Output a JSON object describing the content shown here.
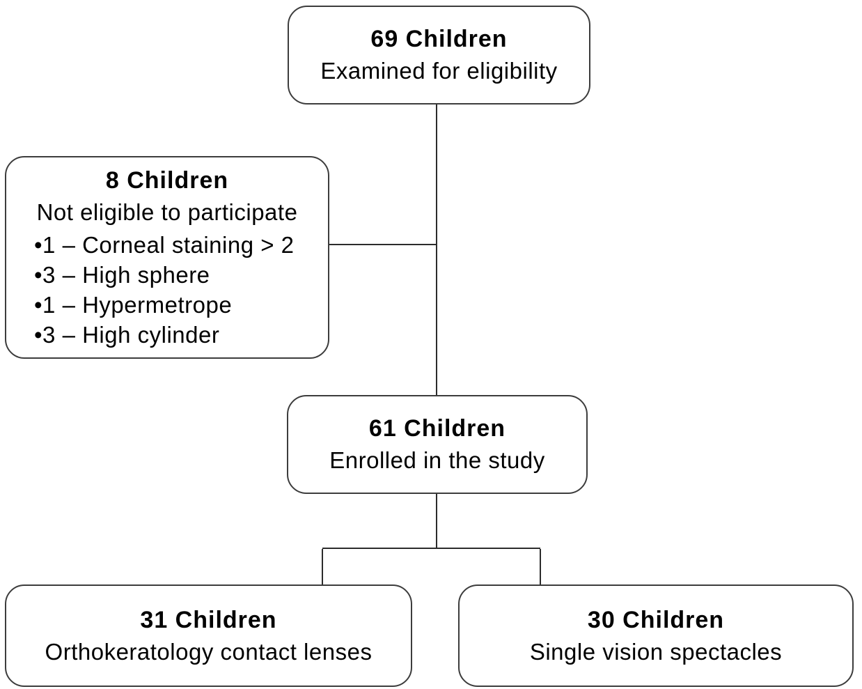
{
  "diagram": {
    "type": "flowchart",
    "background_color": "#ffffff",
    "box_border_color": "#3c3c3c",
    "line_color": "#2b2b2b",
    "text_color": "#000000",
    "nodes": {
      "examined": {
        "count": "69 Children",
        "label": "Examined for eligibility"
      },
      "not_eligible": {
        "count": "8 Children",
        "label": "Not eligible to participate",
        "bullets": [
          "•1 – Corneal staining > 2",
          "•3 – High sphere",
          "•1 – Hypermetrope",
          "•3 – High cylinder"
        ]
      },
      "enrolled": {
        "count": "61 Children",
        "label": "Enrolled in the study"
      },
      "orthokeratology": {
        "count": "31 Children",
        "label": "Orthokeratology contact lenses"
      },
      "spectacles": {
        "count": "30 Children",
        "label": "Single vision spectacles"
      }
    }
  }
}
